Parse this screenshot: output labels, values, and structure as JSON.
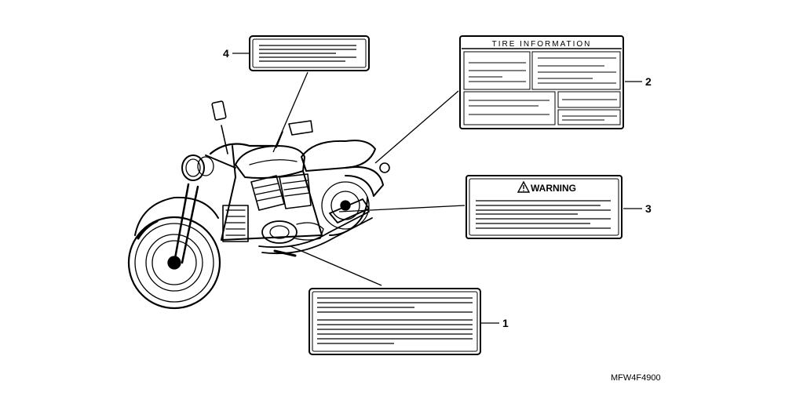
{
  "diagram": {
    "drawing_code": "MFW4F4900",
    "callouts": [
      {
        "number": "1"
      },
      {
        "number": "2"
      },
      {
        "number": "3"
      },
      {
        "number": "4"
      }
    ],
    "labels": {
      "tire_information_title": "TIRE INFORMATION",
      "warning_title": "WARNING",
      "warning_icon": "warning-triangle-icon"
    },
    "subject_icon": "motorcycle-illustration"
  }
}
